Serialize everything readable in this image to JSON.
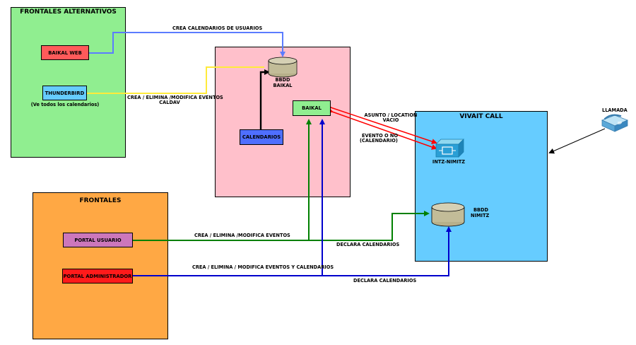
{
  "frontales_alternativos": {
    "title": "FRONTALES ALTERNATIVOS",
    "baikal_web": "BAIKAL WEB",
    "thunderbird": "THUNDERBIRD",
    "thunderbird_note": "(Ve todos los calendarios)"
  },
  "baikal_server": {
    "db_label_1": "BBDD",
    "db_label_2": "BAIKAL",
    "baikal": "BAIKAL",
    "calendarios": "CALENDARIOS"
  },
  "frontales": {
    "title": "FRONTALES",
    "portal_usuario": "PORTAL USUARIO",
    "portal_administrador": "PORTAL ADMINISTRADOR"
  },
  "vivait": {
    "title": "VIVAIT CALL",
    "intz": "INTZ-NIMITZ",
    "db_label_1": "BBDD",
    "db_label_2": "NIMITZ"
  },
  "llamada": "LLAMADA",
  "edges": {
    "crea_cal_usuarios": "CREA CALENDARIOS DE USUARIOS",
    "caldav_1": "CREA / ELIMINA /MODIFICA EVENTOS",
    "caldav_2": "CALDAV",
    "asunto_1": "ASUNTO / LOCATION",
    "asunto_2": "VACIO",
    "evento_1": "EVENTO O NO",
    "evento_2": "(CALENDARIO)",
    "usuario_eventos": "CREA / ELIMINA /MODIFICA EVENTOS",
    "declara_1": "DECLARA CALENDARIOS",
    "admin_eventos": "CREA / ELIMINA / MODIFICA EVENTOS Y CALENDARIOS",
    "declara_2": "DECLARA CALENDARIOS"
  },
  "colors": {
    "green_panel": "#90EE90",
    "pink_panel": "#FFC0CB",
    "orange_panel": "#FFA844",
    "blue_panel": "#66CCFF",
    "blue_edge": "#5B7CFF",
    "yellow_edge": "#FFEB3B",
    "green_edge": "#008000",
    "navy_edge": "#0000CC",
    "red_edge": "#FF0000"
  }
}
